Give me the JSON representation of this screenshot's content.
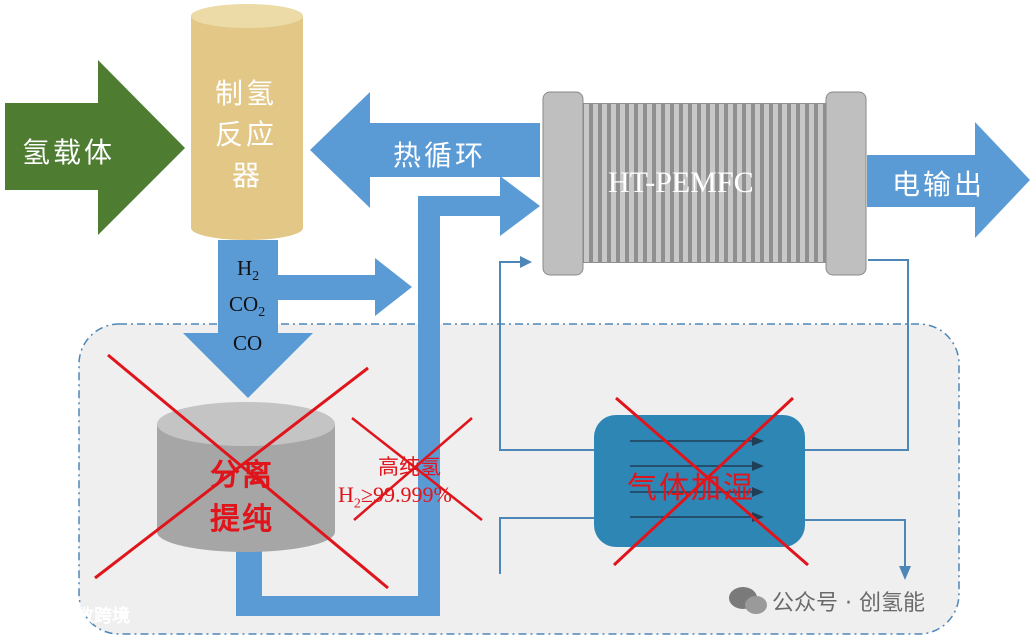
{
  "carrier": {
    "label": "氢载体"
  },
  "reactor": {
    "line1": "制氢",
    "line2": "反应",
    "line3": "器"
  },
  "heat": {
    "label": "热循环"
  },
  "fuel_cell": {
    "label": "HT-PEMFC"
  },
  "power": {
    "label": "电输出"
  },
  "reformate": {
    "h2": "H",
    "h2_sub": "2",
    "co2": "CO",
    "co2_sub": "2",
    "co": "CO"
  },
  "purifier": {
    "line1": "分离",
    "line2": "提纯"
  },
  "high_purity": {
    "title": "高纯氢",
    "spec_h": "H",
    "spec_sub": "2",
    "spec_rest": "≥99.999%"
  },
  "humidifier": {
    "label": "气体加湿"
  },
  "watermarks": {
    "left": "大数跨境",
    "right": "公众号 · 创氢能"
  },
  "colors": {
    "carrier_green": "#4e7d32",
    "reactor_tan": "#e2c787",
    "flow_blue": "#5b9bd5",
    "stack_gray": "#bfbfbf",
    "humidifier_blue": "#2e86b5",
    "cross_red": "#e0141b",
    "panel_gray": "#efefef"
  }
}
